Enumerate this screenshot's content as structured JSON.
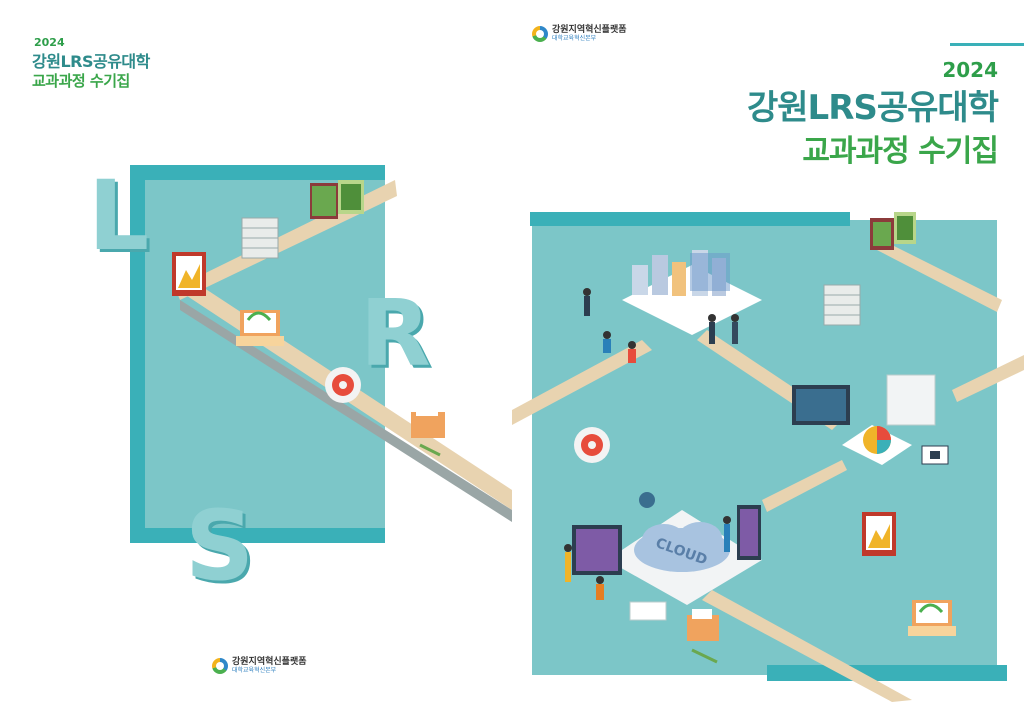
{
  "back_cover": {
    "year": "2024",
    "title_line1": "강원LRS공유대학",
    "title_line2": "교과과정 수기집",
    "letters": [
      "L",
      "R",
      "S"
    ],
    "logo": {
      "main": "강원지역혁신플랫폼",
      "sub": "대학교육혁신본부"
    }
  },
  "front_cover": {
    "logo": {
      "main": "강원지역혁신플랫폼",
      "sub": "대학교육혁신본부"
    },
    "year": "2024",
    "title_line1": "강원LRS공유대학",
    "title_line2": "교과과정 수기집",
    "cloud_label": "CLOUD"
  },
  "colors": {
    "teal": "#3ab0b8",
    "panel": "#7cc6c8",
    "title_teal": "#2e8b8b",
    "title_green": "#3aa64a",
    "road": "#e8d3b0"
  },
  "icons": [
    "server-rack-icon",
    "monitor-chart-icon",
    "laptop-icon",
    "gear-icon",
    "folder-icon",
    "cloud-icon",
    "people-icon",
    "pie-chart-icon"
  ]
}
